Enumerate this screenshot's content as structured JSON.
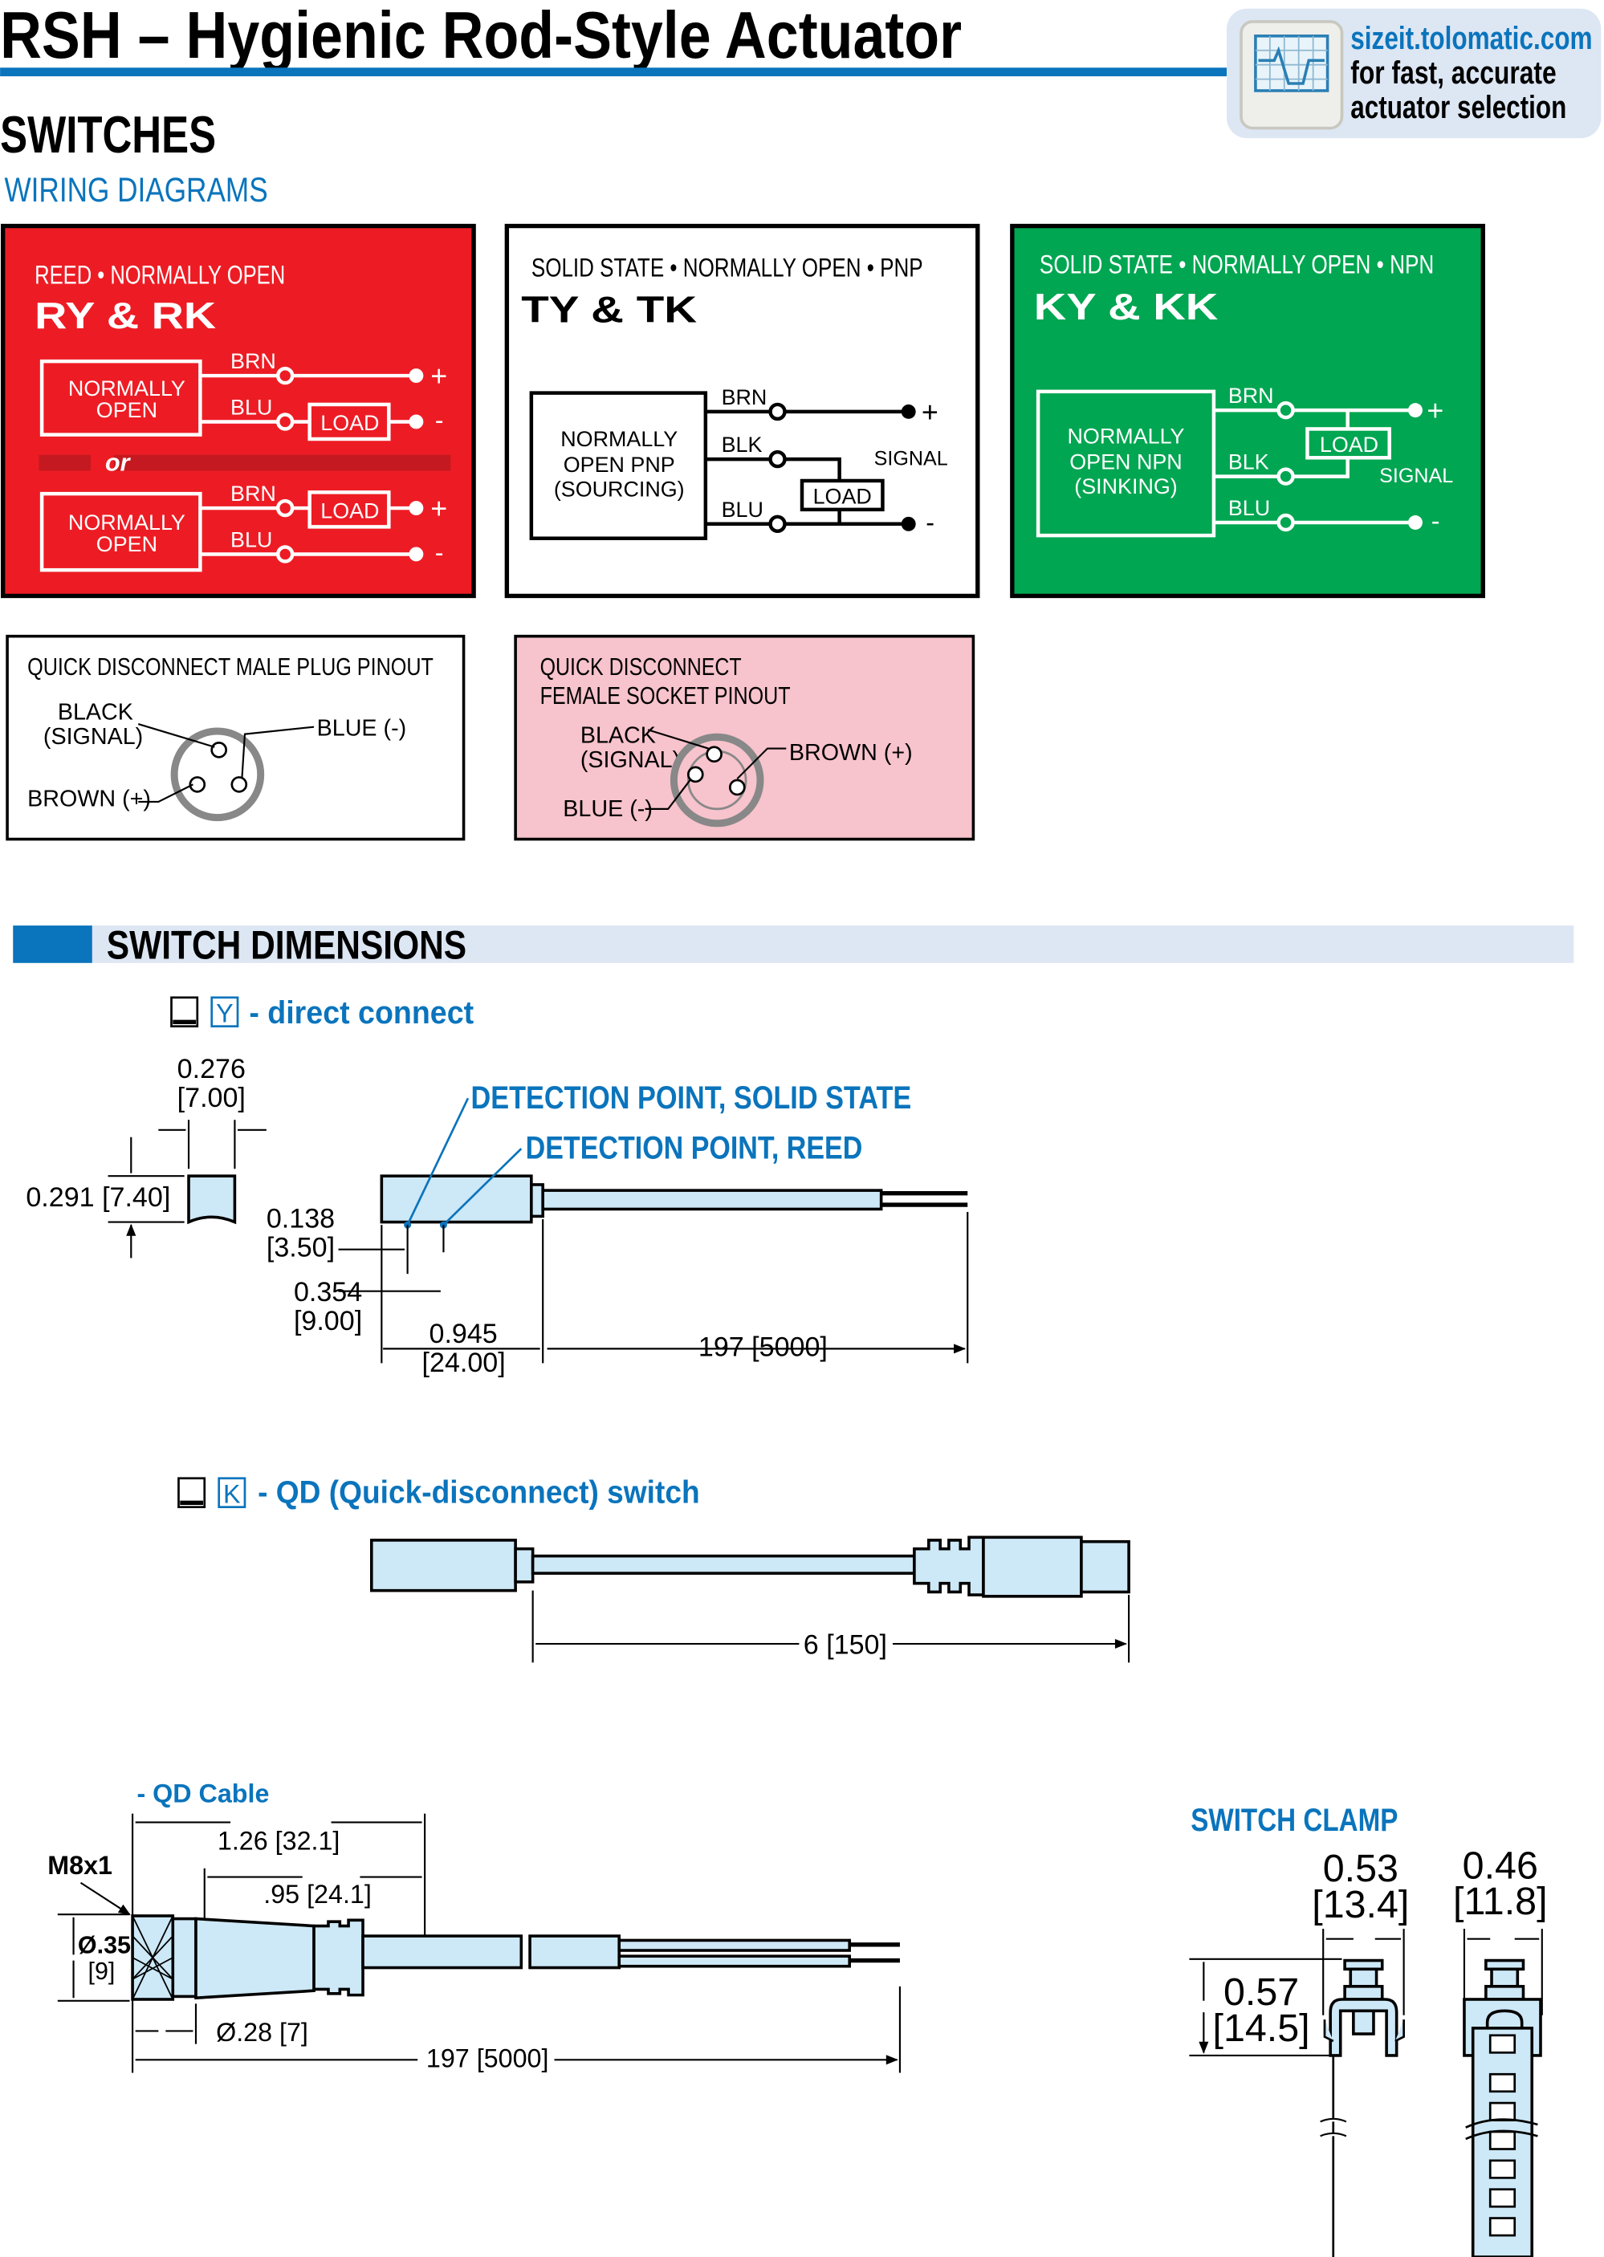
{
  "header": {
    "title": "RSH – Hygienic Rod-Style Actuator",
    "promo": {
      "url": "sizeit.tolomatic.com",
      "line1": "for fast, accurate",
      "line2": "actuator selection",
      "icon": "monitor-chart-icon"
    },
    "section": "SWITCHES",
    "subsection": "WIRING DIAGRAMS"
  },
  "colors": {
    "accent": "#0a74bc",
    "reed": "#ed1c24",
    "npn": "#00a651",
    "socket": "#f7c3cc",
    "part_fill": "#cde8f6",
    "section_bar": "#dde6f3"
  },
  "wiring": {
    "reed": {
      "subtitle": "REED • NORMALLY OPEN",
      "title": "RY & RK",
      "box": [
        "NORMALLY",
        "OPEN"
      ],
      "brn": "BRN",
      "blu": "BLU",
      "load": "LOAD",
      "plus": "+",
      "minus": "-",
      "or": "or"
    },
    "pnp": {
      "subtitle": "SOLID STATE • NORMALLY OPEN • PNP",
      "title": "TY & TK",
      "box": [
        "NORMALLY",
        "OPEN PNP",
        "(SOURCING)"
      ],
      "brn": "BRN",
      "blk": "BLK",
      "blu": "BLU",
      "load": "LOAD",
      "signal": "SIGNAL",
      "plus": "+",
      "minus": "-"
    },
    "npn": {
      "subtitle": "SOLID STATE • NORMALLY OPEN • NPN",
      "title": "KY & KK",
      "box": [
        "NORMALLY",
        "OPEN NPN",
        "(SINKING)"
      ],
      "brn": "BRN",
      "blk": "BLK",
      "blu": "BLU",
      "load": "LOAD",
      "signal": "SIGNAL",
      "plus": "+",
      "minus": "-"
    }
  },
  "pinouts": {
    "male": {
      "title": "QUICK DISCONNECT MALE PLUG PINOUT",
      "black": "BLACK",
      "signal": "(SIGNAL)",
      "blue": "BLUE (-)",
      "brown": "BROWN (+)"
    },
    "female": {
      "title1": "QUICK DISCONNECT",
      "title2": "FEMALE SOCKET PINOUT",
      "black": "BLACK",
      "signal": "(SIGNAL)",
      "blue": "BLUE (-)",
      "brown": "BROWN (+)"
    }
  },
  "dimensions": {
    "title": "SWITCH DIMENSIONS",
    "direct": {
      "code": "Y",
      "label": "- direct connect",
      "width_in": "0.276",
      "width_mm": "[7.00]",
      "height": "0.291 [7.40]",
      "d1_in": "0.138",
      "d1_mm": "[3.50]",
      "d2_in": "0.354",
      "d2_mm": "[9.00]",
      "d3_in": "0.945",
      "d3_mm": "[24.00]",
      "cable": "197 [5000]",
      "detect_ss": "DETECTION POINT, SOLID STATE",
      "detect_reed": "DETECTION POINT, REED"
    },
    "qd": {
      "code": "K",
      "label": "- QD (Quick-disconnect) switch",
      "cable": "6 [150]"
    },
    "qd_cable": {
      "label": "- QD Cable",
      "len1": "1.26 [32.1]",
      "len2": ".95 [24.1]",
      "thread": "M8x1",
      "dia_in": "Ø.35",
      "dia_mm": "[9]",
      "dia2": "Ø.28 [7]",
      "cable": "197 [5000]"
    },
    "clamp": {
      "title": "SWITCH CLAMP",
      "w1_in": "0.53",
      "w1_mm": "[13.4]",
      "w2_in": "0.46",
      "w2_mm": "[11.8]",
      "h_in": "0.57",
      "h_mm": "[14.5]"
    }
  }
}
